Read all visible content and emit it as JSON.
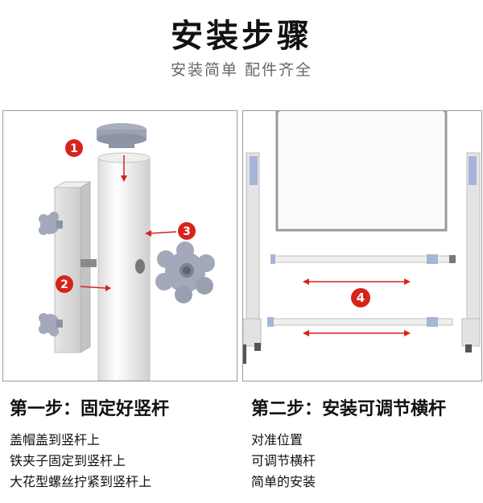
{
  "header": {
    "title": "安装步骤",
    "subtitle": "安装简单 配件齐全"
  },
  "step1": {
    "title": "第一步：固定好竖杆",
    "lines": [
      "盖帽盖到竖杆上",
      "铁夹子固定到竖杆上",
      "大花型螺丝拧紧到竖杆上"
    ],
    "markers": [
      "1",
      "2",
      "3"
    ]
  },
  "step2": {
    "title": "第二步：安装可调节横杆",
    "lines": [
      "对准位置",
      "可调节横杆",
      "简单的安装"
    ],
    "markers": [
      "4"
    ]
  },
  "colors": {
    "marker_red": "#d8221c",
    "arrow_red": "#d8221c",
    "accent_blue": "#a8b4d8"
  }
}
